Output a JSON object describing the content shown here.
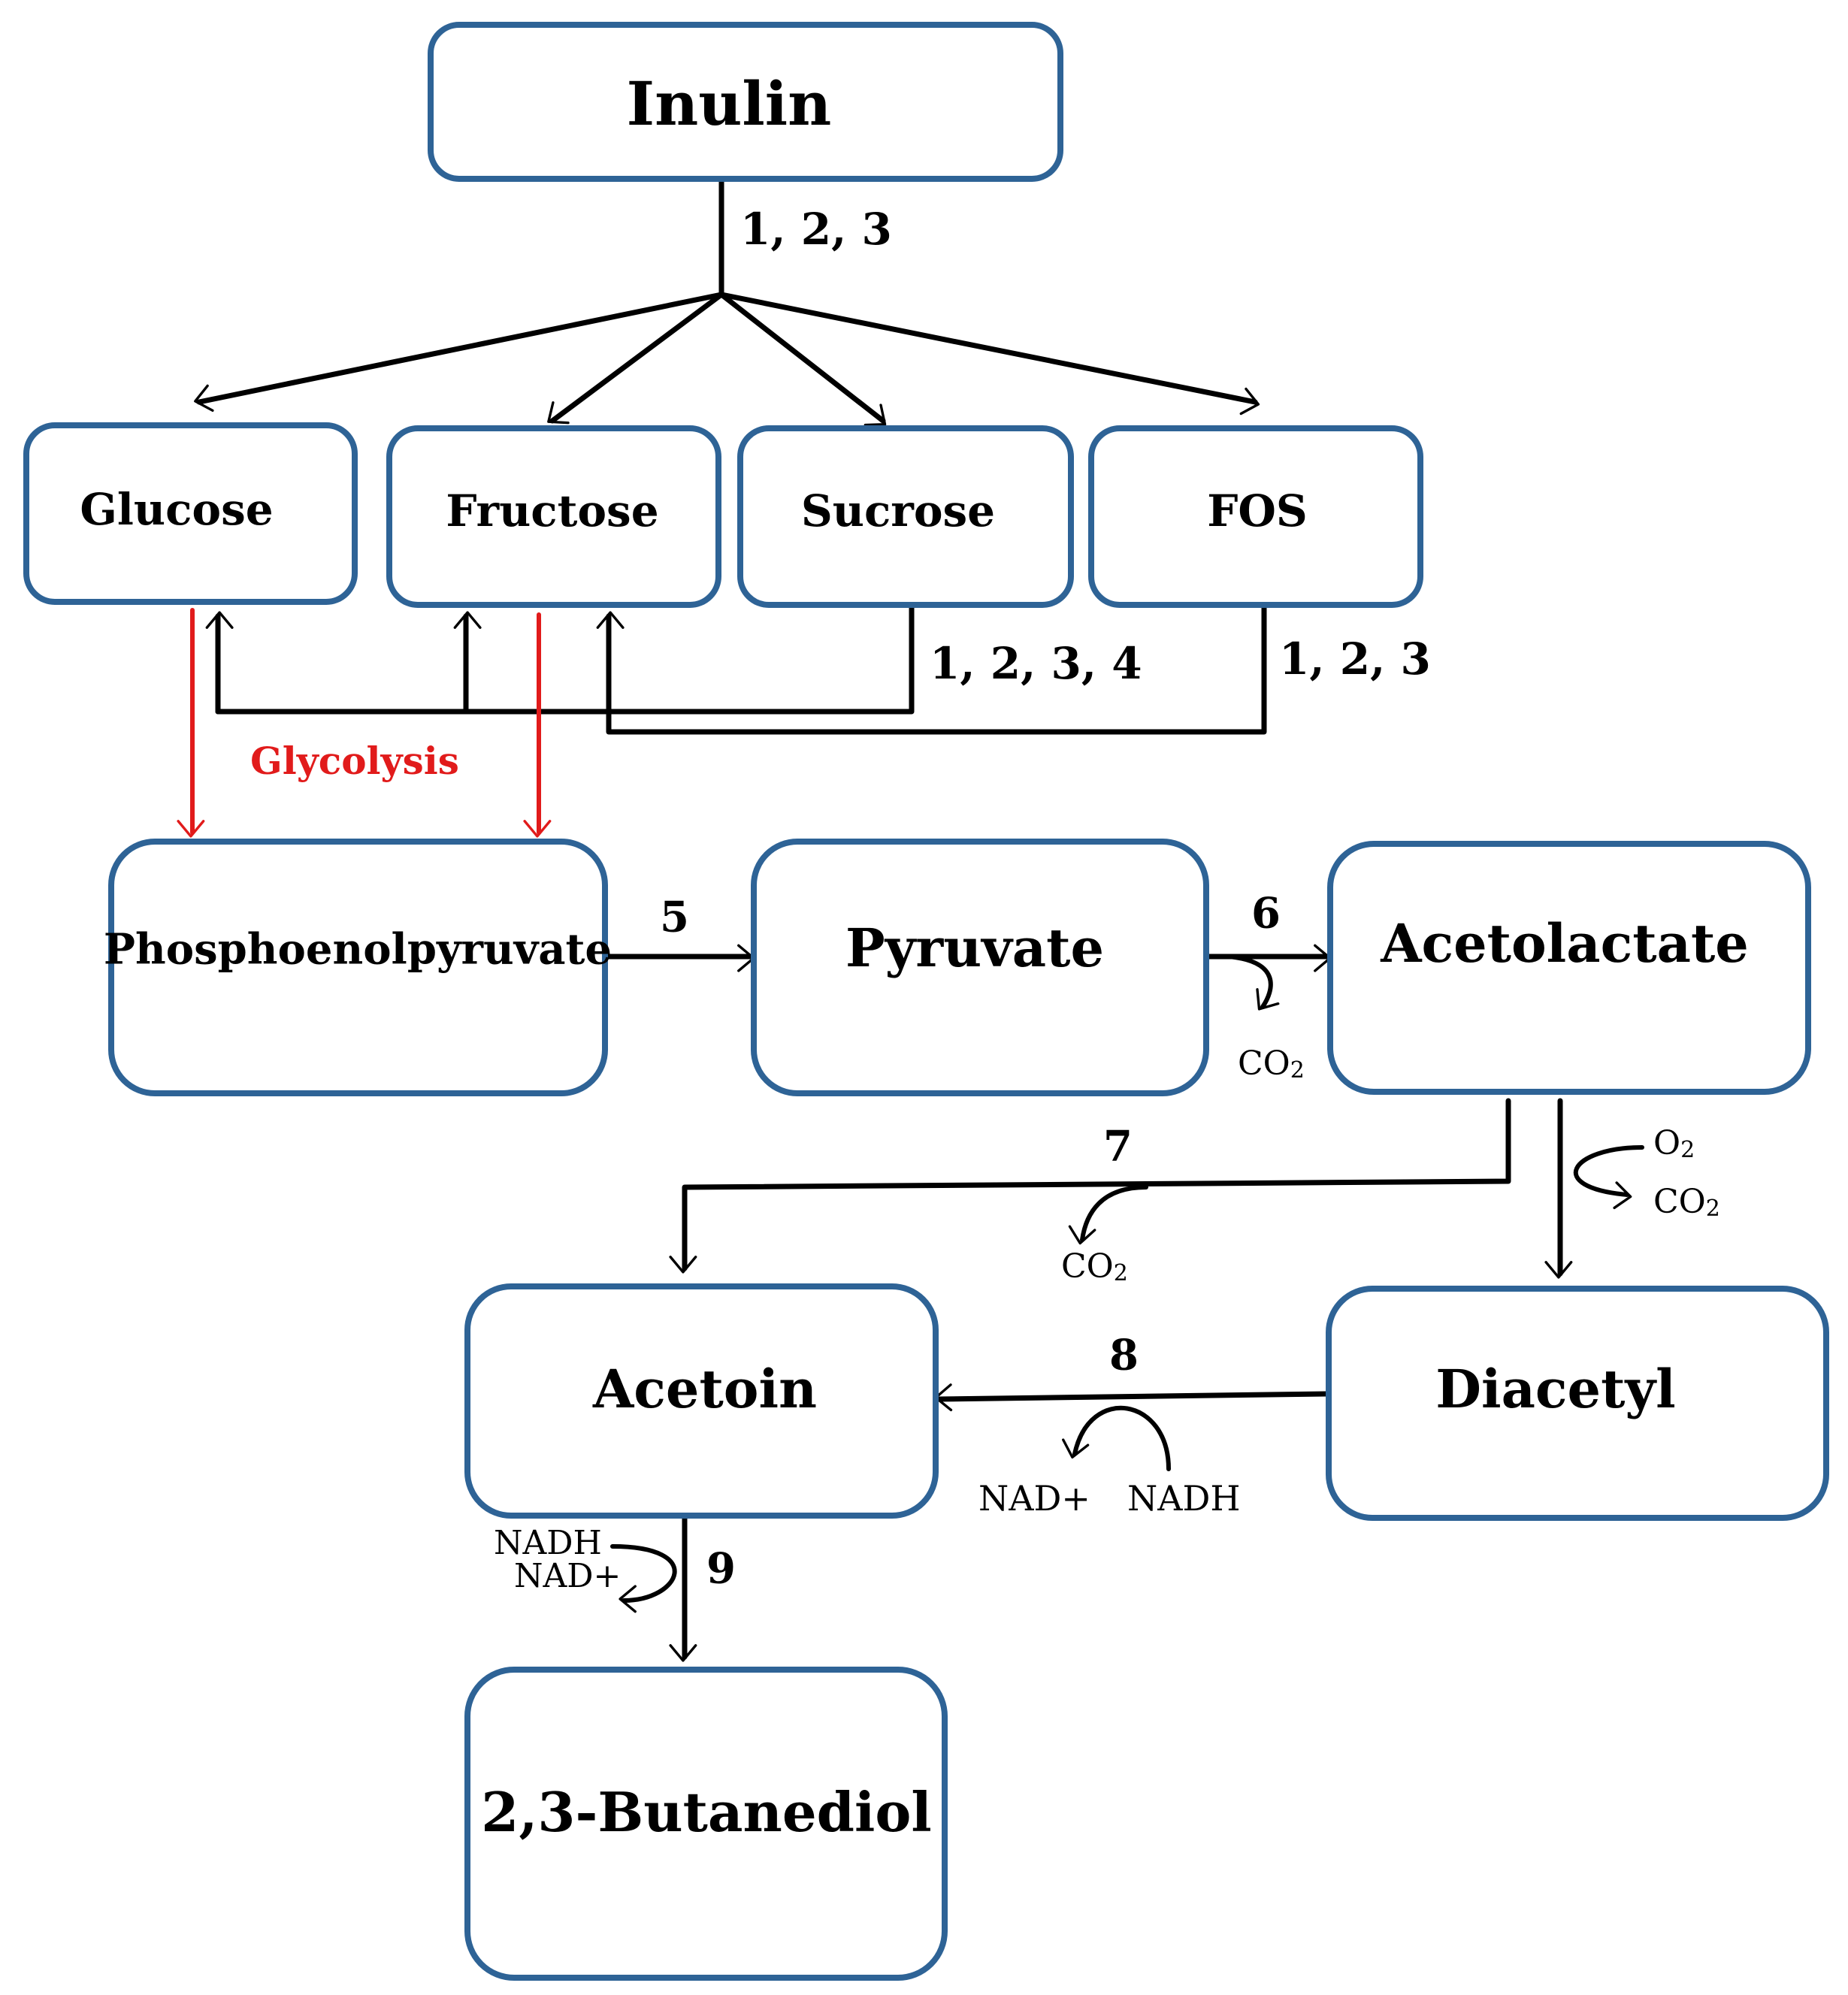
{
  "nodes": {
    "inulin": "Inulin",
    "glucose": "Glucose",
    "fructose": "Fructose",
    "sucrose": "Sucrose",
    "fos": "FOS",
    "pep": "Phosphoenolpyruvate",
    "pyruvate": "Pyruvate",
    "acetolactate": "Acetolactate",
    "acetoin": "Acetoin",
    "diacetyl": "Diacetyl",
    "butanediol": "2,3-Butanediol"
  },
  "edge_labels": {
    "inulin_split": "1, 2, 3",
    "sucrose_hydrolysis": "1, 2, 3, 4",
    "fos_hydrolysis": "1, 2, 3",
    "glycolysis": "Glycolysis",
    "step5": "5",
    "step6": "6",
    "step7": "7",
    "step8": "8",
    "step9": "9"
  },
  "cofactors": {
    "co2_step6": "CO2",
    "co2_step7": "CO2",
    "o2_oxidation": "O2",
    "co2_oxidation": "CO2",
    "nad_step8": "NAD+",
    "nadh_step8": "NADH",
    "nadh_step9": "NADH",
    "nad_step9": "NAD+"
  },
  "colors": {
    "node_border": "#2e6396",
    "glycolysis": "#e11b1b",
    "arrow": "#000000"
  }
}
